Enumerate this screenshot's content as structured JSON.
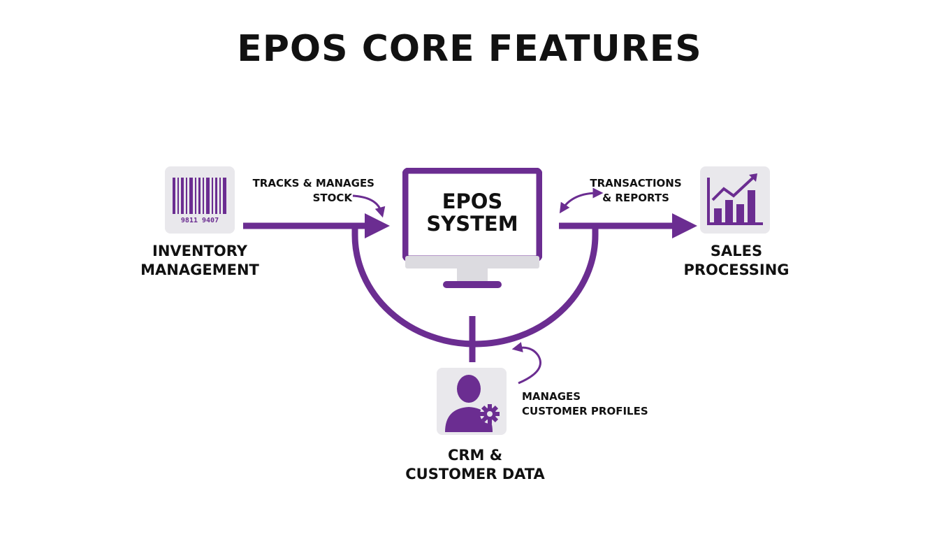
{
  "title": "EPOS CORE FEATURES",
  "colors": {
    "accent": "#6b2d91",
    "icon_background": "#e9e8ec",
    "monitor_stand": "#dcdbe0",
    "text": "#111111"
  },
  "center": {
    "line1": "EPOS",
    "line2": "SYSTEM",
    "icon": "monitor-icon"
  },
  "nodes": {
    "inventory": {
      "line1": "INVENTORY",
      "line2": "MANAGEMENT",
      "icon": "barcode-icon",
      "barcode_digits": "9811 9407",
      "connection_note": {
        "line1": "TRACKS & MANAGES",
        "line2": "STOCK"
      }
    },
    "sales": {
      "line1": "SALES",
      "line2": "PROCESSING",
      "icon": "bar-chart-icon",
      "connection_note": {
        "line1": "TRANSACTIONS",
        "line2": "& REPORTS"
      }
    },
    "crm": {
      "line1": "CRM &",
      "line2": "CUSTOMER DATA",
      "icon": "user-gear-icon",
      "connection_note": {
        "line1": "MANAGES",
        "line2": "CUSTOMER PROFILES"
      }
    }
  }
}
